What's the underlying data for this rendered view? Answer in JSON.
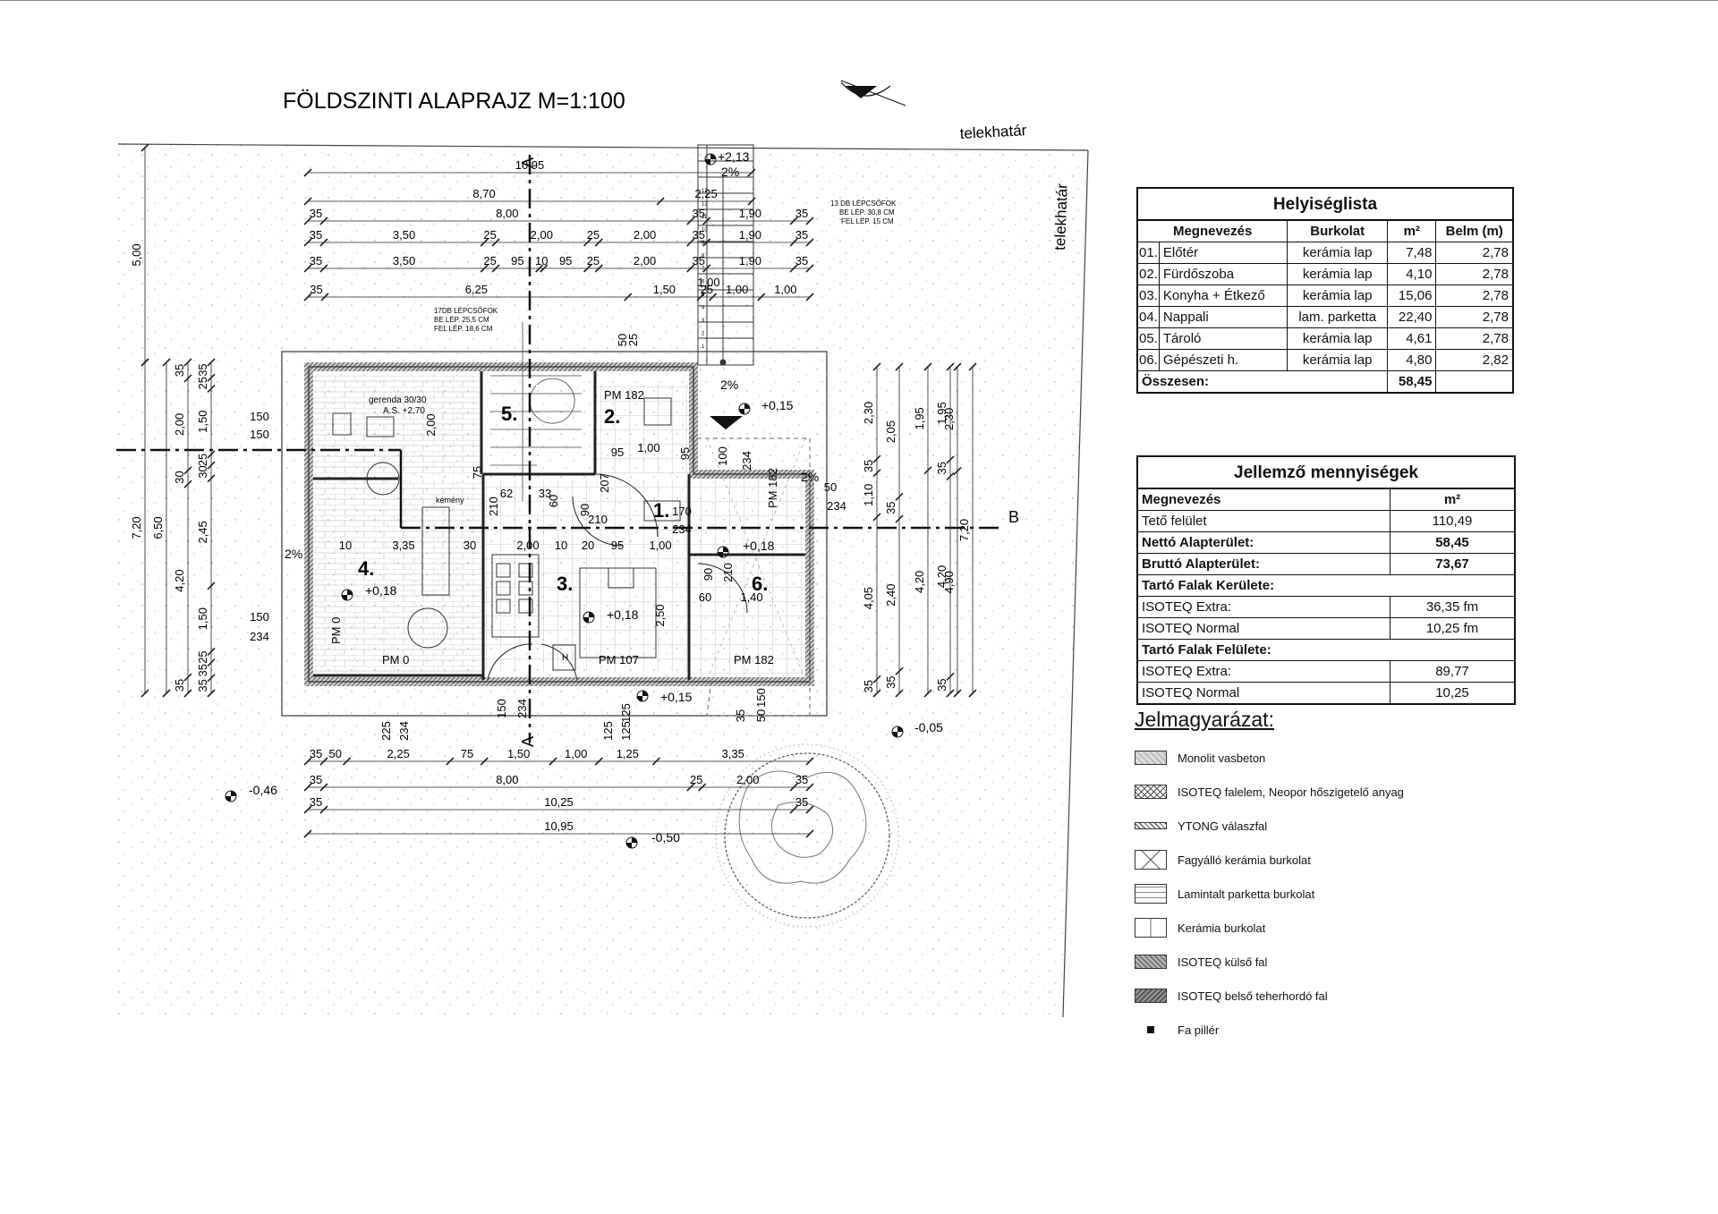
{
  "plan": {
    "title": "FÖLDSZINTI ALAPRAJZ M=1:100",
    "boundary_top": "telekhatár",
    "boundary_right": "telekhatár",
    "section_a": "A",
    "section_b": "B",
    "stair_note_upper": [
      "13 DB LÉPCSŐFOK",
      "BE LÉP. 30,8 CM",
      "FEL LÉP. 15 CM"
    ],
    "stair_note_lower": [
      "17DB LÉPCSŐFOK",
      "BE LÉP. 25,5 CM",
      "FEL LÉP. 18,6 CM"
    ],
    "beam_note": [
      "gerenda 30/30",
      "A.S. +2,70"
    ],
    "chimney": "kémény",
    "room_numbers": [
      "1.",
      "2.",
      "3.",
      "4.",
      "5.",
      "6."
    ],
    "levels": [
      "+2,13",
      "+0,15",
      "+0,18",
      "+0,18",
      "+0,18",
      "+0,15",
      "-0,05",
      "-0,46",
      "-0,50"
    ],
    "slopes": [
      "2%",
      "2%",
      "2%",
      "2%"
    ],
    "pm_labels": [
      "PM 182",
      "PM 0",
      "PM 0",
      "PM 107",
      "PM 182",
      "PM 182"
    ],
    "dims_top": [
      [
        "10,95"
      ],
      [
        "8,70",
        "2,25"
      ],
      [
        "35",
        "8,00",
        "35",
        "1,90",
        "35"
      ],
      [
        "35",
        "3,50",
        "25",
        "2,00",
        "25",
        "2,00",
        "35",
        "1,90",
        "35"
      ],
      [
        "35",
        "3,50",
        "25",
        "95",
        "10",
        "95",
        "25",
        "2,00",
        "35",
        "1,90",
        "35"
      ],
      [
        "35",
        "6,25",
        "1,50",
        "25",
        "1,00",
        "1,00"
      ]
    ],
    "dims_bottom": [
      [
        "35",
        "50",
        "2,25",
        "75",
        "1,50",
        "1,00",
        "1,25",
        "3,35"
      ],
      [
        "35",
        "8,00",
        "25",
        "2,00",
        "35"
      ],
      [
        "35",
        "10,25",
        "35"
      ],
      [
        "10,95"
      ]
    ],
    "dims_left": [
      "5,00",
      "7,20",
      "6,50",
      "35",
      "2,00",
      "30",
      "4,20",
      "35",
      "35",
      "25",
      "1,50",
      "25",
      "30",
      "2,45",
      "1,50",
      "25",
      "35",
      "35"
    ],
    "dims_right": [
      "2,30",
      "2,05",
      "1,95",
      "1,95",
      "2,30",
      "35",
      "35",
      "35",
      "1,10",
      "4,05",
      "2,40",
      "4,20",
      "4,20",
      "4,90",
      "7,20",
      "35",
      "35",
      "35"
    ],
    "interior_dims": [
      "150",
      "150",
      "150",
      "234",
      "2,00",
      "62",
      "33",
      "75",
      "210",
      "60",
      "90",
      "210",
      "95",
      "207",
      "1,00",
      "95",
      "100",
      "234",
      "50",
      "234",
      "170",
      "234",
      "10",
      "3,35",
      "30",
      "2,00",
      "10",
      "20",
      "95",
      "1,00",
      "90",
      "210",
      "60",
      "1,40",
      "2,50",
      "150",
      "234",
      "225",
      "234",
      "125",
      "125",
      "125",
      "50",
      "35",
      "150",
      "50",
      "25",
      "1,00"
    ],
    "stair_steps": [
      "13",
      "12",
      "11",
      "10",
      "9",
      "8",
      "7",
      "6",
      "5",
      "4",
      "3",
      "2",
      "1"
    ],
    "equipment": [
      "H"
    ]
  },
  "room_list": {
    "caption": "Helyiséglista",
    "headers": [
      "Megnevezés",
      "Burkolat",
      "m²",
      "Belm (m)"
    ],
    "rows": [
      {
        "no": "01.",
        "name": "Előtér",
        "floor": "kerámia lap",
        "area": "7,48",
        "height": "2,78"
      },
      {
        "no": "02.",
        "name": "Fürdőszoba",
        "floor": "kerámia lap",
        "area": "4,10",
        "height": "2,78"
      },
      {
        "no": "03.",
        "name": "Konyha + Étkező",
        "floor": "kerámia lap",
        "area": "15,06",
        "height": "2,78"
      },
      {
        "no": "04.",
        "name": "Nappali",
        "floor": "lam. parketta",
        "area": "22,40",
        "height": "2,78"
      },
      {
        "no": "05.",
        "name": "Tároló",
        "floor": "kerámia lap",
        "area": "4,61",
        "height": "2,78"
      },
      {
        "no": "06.",
        "name": "Gépészeti h.",
        "floor": "kerámia lap",
        "area": "4,80",
        "height": "2,82"
      }
    ],
    "total_label": "Összesen:",
    "total_value": "58,45"
  },
  "quantities": {
    "caption": "Jellemző mennyiségek",
    "col_name": "Megnevezés",
    "col_unit": "m²",
    "rows": [
      {
        "label": "Tető felület",
        "value": "110,49",
        "bold": false
      },
      {
        "label": "Nettó Alapterület:",
        "value": "58,45",
        "bold": true
      },
      {
        "label": "Bruttó Alapterület:",
        "value": "73,67",
        "bold": true
      }
    ],
    "section1": "Tartó Falak Kerülete:",
    "section1_rows": [
      {
        "label": "ISOTEQ Extra:",
        "value": "36,35 fm"
      },
      {
        "label": "ISOTEQ Normal",
        "value": "10,25 fm"
      }
    ],
    "section2": "Tartó Falak Felülete:",
    "section2_rows": [
      {
        "label": "ISOTEQ Extra:",
        "value": "89,77"
      },
      {
        "label": "ISOTEQ Normal",
        "value": "10,25"
      }
    ]
  },
  "legend": {
    "title": "Jelmagyarázat:",
    "items": [
      {
        "icon": "concrete-swatch",
        "label": "Monolit vasbeton"
      },
      {
        "icon": "crosshatch-swatch",
        "label": "ISOTEQ falelem, Neopor hőszigetelő anyag"
      },
      {
        "icon": "hatch-swatch",
        "label": "YTONG válaszfal"
      },
      {
        "icon": "tile-cross-swatch",
        "label": "Fagyálló kerámia burkolat"
      },
      {
        "icon": "parquet-swatch",
        "label": "Lamintalt parketta burkolat"
      },
      {
        "icon": "tile-swatch",
        "label": "Kerámia burkolat"
      },
      {
        "icon": "exterior-wall-swatch",
        "label": "ISOTEQ külső fal"
      },
      {
        "icon": "interior-wall-swatch",
        "label": "ISOTEQ belső teherhordó fal"
      },
      {
        "icon": "pillar-swatch",
        "label": "Fa pillér"
      }
    ]
  }
}
